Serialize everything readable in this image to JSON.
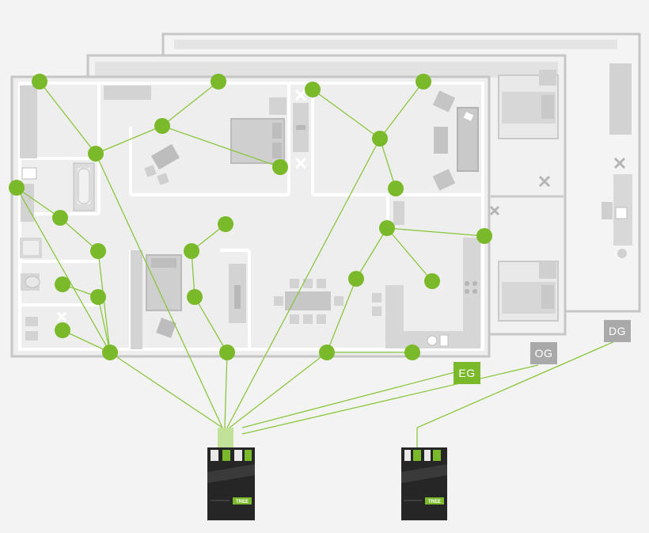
{
  "floors": [
    {
      "id": "eg",
      "label": "EG"
    },
    {
      "id": "og",
      "label": "OG"
    },
    {
      "id": "dg",
      "label": "DG"
    }
  ],
  "devices": [
    {
      "id": "device-main",
      "label": "TREE"
    },
    {
      "id": "device-secondary",
      "label": "TREE"
    }
  ],
  "colors": {
    "accent": "#7ab929",
    "line": "#8cc63f",
    "wall": "#c6c6c6",
    "floor_fill": "#eeeeee",
    "furniture": "#bdbdbd",
    "inactive_tag": "#a9a9a9",
    "device_body": "#262626"
  },
  "icons": [
    "fan-icon",
    "bed-icon",
    "sofa-icon",
    "bathtub-icon",
    "toilet-icon",
    "stove-icon",
    "table-icon",
    "plant-icon"
  ]
}
